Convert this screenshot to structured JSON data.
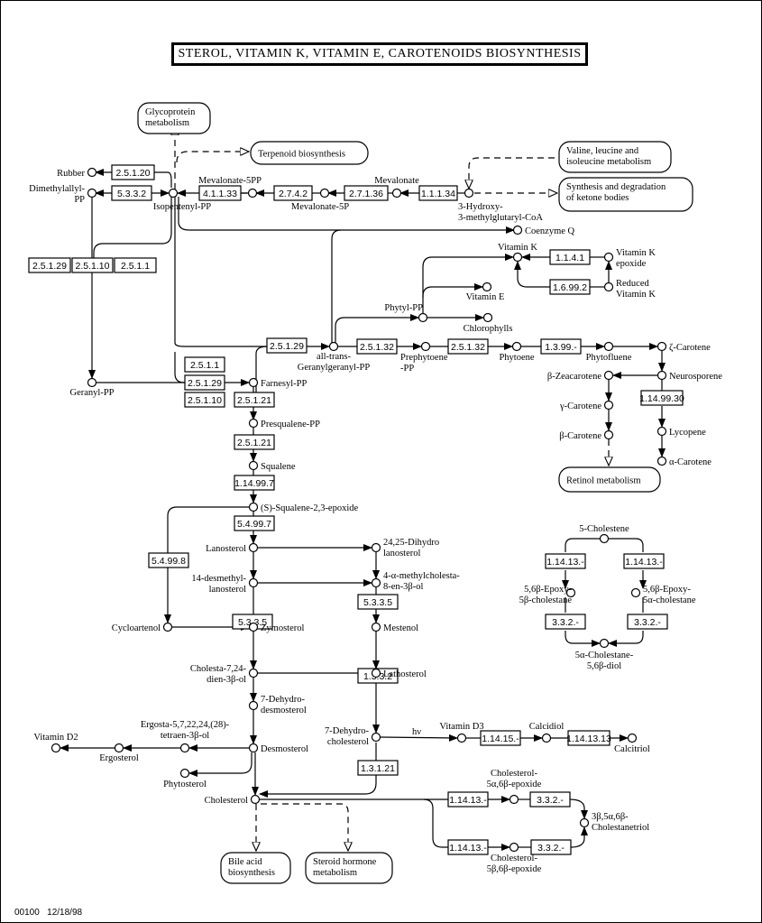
{
  "title": "STEROL, VITAMIN K, VITAMIN E, CAROTENOIDS BIOSYNTHESIS",
  "footer": {
    "map_id": "00100",
    "date": "12/18/98"
  },
  "colors": {
    "highlight": "#ffff00",
    "line": "#000000",
    "background": "#ffffff"
  },
  "maps": [
    {
      "id": "glycoprotein",
      "lines": [
        "Glycoprotein",
        "metabolism"
      ]
    },
    {
      "id": "terpenoid",
      "lines": [
        "Terpenoid biosynthesis"
      ]
    },
    {
      "id": "valine",
      "lines": [
        "Valine, leucine and",
        "isoleucine metabolism"
      ]
    },
    {
      "id": "ketone",
      "lines": [
        "Synthesis and degradation",
        "of ketone bodies"
      ]
    },
    {
      "id": "retinol",
      "lines": [
        "Retinol metabolism"
      ]
    },
    {
      "id": "bileacid",
      "lines": [
        "Bile acid",
        "biosynthesis"
      ]
    },
    {
      "id": "steroid",
      "lines": [
        "Steroid hormone",
        "metabolism"
      ]
    }
  ],
  "enzymes": [
    {
      "id": "e1",
      "label": "2.5.1.20",
      "highlight": false
    },
    {
      "id": "e2",
      "label": "5.3.3.2",
      "highlight": true
    },
    {
      "id": "e3",
      "label": "4.1.1.33",
      "highlight": false
    },
    {
      "id": "e4",
      "label": "2.7.4.2",
      "highlight": false
    },
    {
      "id": "e5",
      "label": "2.7.1.36",
      "highlight": false
    },
    {
      "id": "e6",
      "label": "1.1.1.34",
      "highlight": false
    },
    {
      "id": "e7",
      "label": "2.5.1.29",
      "highlight": true
    },
    {
      "id": "e8",
      "label": "2.5.1.10",
      "highlight": false
    },
    {
      "id": "e9",
      "label": "2.5.1.1",
      "highlight": false
    },
    {
      "id": "e10",
      "label": "2.5.1.1",
      "highlight": false
    },
    {
      "id": "e11",
      "label": "2.5.1.29",
      "highlight": true
    },
    {
      "id": "e12",
      "label": "2.5.1.10",
      "highlight": false
    },
    {
      "id": "e13",
      "label": "2.5.1.29",
      "highlight": true
    },
    {
      "id": "e14",
      "label": "2.5.1.21",
      "highlight": false
    },
    {
      "id": "e15",
      "label": "2.5.1.21",
      "highlight": false
    },
    {
      "id": "e16",
      "label": "1.14.99.7",
      "highlight": false
    },
    {
      "id": "e17",
      "label": "5.4.99.7",
      "highlight": false
    },
    {
      "id": "e18",
      "label": "5.4.99.8",
      "highlight": false
    },
    {
      "id": "e19",
      "label": "5.3.3.5",
      "highlight": false
    },
    {
      "id": "e20",
      "label": "5.3.3.5",
      "highlight": false
    },
    {
      "id": "e21",
      "label": "1.3.3.2",
      "highlight": false
    },
    {
      "id": "e22",
      "label": "1.3.1.21",
      "highlight": false
    },
    {
      "id": "e23",
      "label": "1.14.15.-",
      "highlight": false
    },
    {
      "id": "e24",
      "label": "1.14.13.13",
      "highlight": false
    },
    {
      "id": "e25",
      "label": "1.14.13.-",
      "highlight": true
    },
    {
      "id": "e26",
      "label": "3.3.2.-",
      "highlight": false
    },
    {
      "id": "e27",
      "label": "1.14.13.-",
      "highlight": true
    },
    {
      "id": "e28",
      "label": "3.3.2.-",
      "highlight": false
    },
    {
      "id": "e29",
      "label": "2.5.1.32",
      "highlight": false
    },
    {
      "id": "e30",
      "label": "2.5.1.32",
      "highlight": false
    },
    {
      "id": "e31",
      "label": "1.3.99.-",
      "highlight": false
    },
    {
      "id": "e32",
      "label": "1.14.99.30",
      "highlight": false
    },
    {
      "id": "e33",
      "label": "1.1.4.1",
      "highlight": false
    },
    {
      "id": "e34",
      "label": "1.6.99.2",
      "highlight": false
    },
    {
      "id": "e35",
      "label": "1.14.13.-",
      "highlight": true
    },
    {
      "id": "e36",
      "label": "1.14.13.-",
      "highlight": true
    },
    {
      "id": "e37",
      "label": "3.3.2.-",
      "highlight": false
    },
    {
      "id": "e38",
      "label": "3.3.2.-",
      "highlight": false
    }
  ],
  "compounds": [
    {
      "id": "rubber",
      "lines": [
        "Rubber"
      ]
    },
    {
      "id": "dmapp",
      "lines": [
        "Dimethylallyl-",
        "PP"
      ]
    },
    {
      "id": "ipp",
      "lines": [
        "Isopentenyl-PP"
      ]
    },
    {
      "id": "mev5pp",
      "lines": [
        "Mevalonate-5PP"
      ]
    },
    {
      "id": "mev5p",
      "lines": [
        "Mevalonate-5P"
      ]
    },
    {
      "id": "mev",
      "lines": [
        "Mevalonate"
      ]
    },
    {
      "id": "hmgcoa",
      "lines": [
        "3-Hydroxy-",
        "3-methylglutaryl-CoA"
      ]
    },
    {
      "id": "coq",
      "lines": [
        "Coenzyme Q"
      ]
    },
    {
      "id": "vitk",
      "lines": [
        "Vitamin K"
      ]
    },
    {
      "id": "vitkepox",
      "lines": [
        "Vitamin K",
        "epoxide"
      ]
    },
    {
      "id": "redvitk",
      "lines": [
        "Reduced",
        "Vitamin K"
      ]
    },
    {
      "id": "vite",
      "lines": [
        "Vitamin E"
      ]
    },
    {
      "id": "phytylpp",
      "lines": [
        "Phytyl-PP"
      ]
    },
    {
      "id": "chloro",
      "lines": [
        "Chlorophylls"
      ]
    },
    {
      "id": "ggpp",
      "lines": [
        "all-trans-",
        "Geranylgeranyl-PP"
      ]
    },
    {
      "id": "prephyt",
      "lines": [
        "Prephytoene",
        "-PP"
      ]
    },
    {
      "id": "phytoene",
      "lines": [
        "Phytoene"
      ]
    },
    {
      "id": "phytofl",
      "lines": [
        "Phytofluene"
      ]
    },
    {
      "id": "zcar",
      "lines": [
        "ζ-Carotene"
      ]
    },
    {
      "id": "neuro",
      "lines": [
        "Neurosporene"
      ]
    },
    {
      "id": "bzea",
      "lines": [
        "β-Zeacarotene"
      ]
    },
    {
      "id": "gcar",
      "lines": [
        "γ-Carotene"
      ]
    },
    {
      "id": "bcar",
      "lines": [
        "β-Carotene"
      ]
    },
    {
      "id": "lyco",
      "lines": [
        "Lycopene"
      ]
    },
    {
      "id": "acar",
      "lines": [
        "α-Carotene"
      ]
    },
    {
      "id": "gpp",
      "lines": [
        "Geranyl-PP"
      ]
    },
    {
      "id": "fpp",
      "lines": [
        "Farnesyl-PP"
      ]
    },
    {
      "id": "presq",
      "lines": [
        "Presqualene-PP"
      ]
    },
    {
      "id": "squal",
      "lines": [
        "Squalene"
      ]
    },
    {
      "id": "sqepox",
      "lines": [
        "(S)-Squalene-2,3-epoxide"
      ]
    },
    {
      "id": "lano",
      "lines": [
        "Lanosterol"
      ]
    },
    {
      "id": "dihydrolano",
      "lines": [
        "24,25-Dihydro",
        "lanosterol"
      ]
    },
    {
      "id": "desmlano",
      "lines": [
        "14-desmethyl-",
        "lanosterol"
      ]
    },
    {
      "id": "methylchol",
      "lines": [
        "4-α-methylcholesta-",
        "8-en-3β-ol"
      ]
    },
    {
      "id": "cycloart",
      "lines": [
        "Cycloartenol"
      ]
    },
    {
      "id": "zymo",
      "lines": [
        "Zymosterol"
      ]
    },
    {
      "id": "mestenol",
      "lines": [
        "Mestenol"
      ]
    },
    {
      "id": "cholestadien",
      "lines": [
        "Cholesta-7,24-",
        "dien-3β-ol"
      ]
    },
    {
      "id": "latho",
      "lines": [
        "Lathosterol"
      ]
    },
    {
      "id": "dhdesmo",
      "lines": [
        "7-Dehydro-",
        "desmosterol"
      ]
    },
    {
      "id": "ergtetra",
      "lines": [
        "Ergosta-5,7,22,24,(28)-",
        "tetraen-3β-ol"
      ]
    },
    {
      "id": "vitd2",
      "lines": [
        "Vitamin D2"
      ]
    },
    {
      "id": "ergo",
      "lines": [
        "Ergosterol"
      ]
    },
    {
      "id": "desmo",
      "lines": [
        "Desmosterol"
      ]
    },
    {
      "id": "phyto",
      "lines": [
        "Phytosterol"
      ]
    },
    {
      "id": "dhchol",
      "lines": [
        "7-Dehydro-",
        "cholesterol"
      ]
    },
    {
      "id": "hv",
      "lines": [
        "hν"
      ]
    },
    {
      "id": "vitd3",
      "lines": [
        "Vitamin D3"
      ]
    },
    {
      "id": "calcidiol",
      "lines": [
        "Calcidiol"
      ]
    },
    {
      "id": "calcitriol",
      "lines": [
        "Calcitriol"
      ]
    },
    {
      "id": "chol",
      "lines": [
        "Cholesterol"
      ]
    },
    {
      "id": "cholaepox",
      "lines": [
        "Cholesterol-",
        "5α,6β-epoxide"
      ]
    },
    {
      "id": "cholbepox",
      "lines": [
        "Cholesterol-",
        "5β,6β-epoxide"
      ]
    },
    {
      "id": "triol",
      "lines": [
        "3β,5α,6β-",
        "Cholestanetriol"
      ]
    },
    {
      "id": "cholestene",
      "lines": [
        "5-Cholestene"
      ]
    },
    {
      "id": "epoxb",
      "lines": [
        "5,6β-Epoxy-",
        "5β-cholestane"
      ]
    },
    {
      "id": "epoxa",
      "lines": [
        "5,6β-Epoxy-",
        "5α-cholestane"
      ]
    },
    {
      "id": "diol",
      "lines": [
        "5α-Cholestane-",
        "5,6β-diol"
      ]
    }
  ]
}
